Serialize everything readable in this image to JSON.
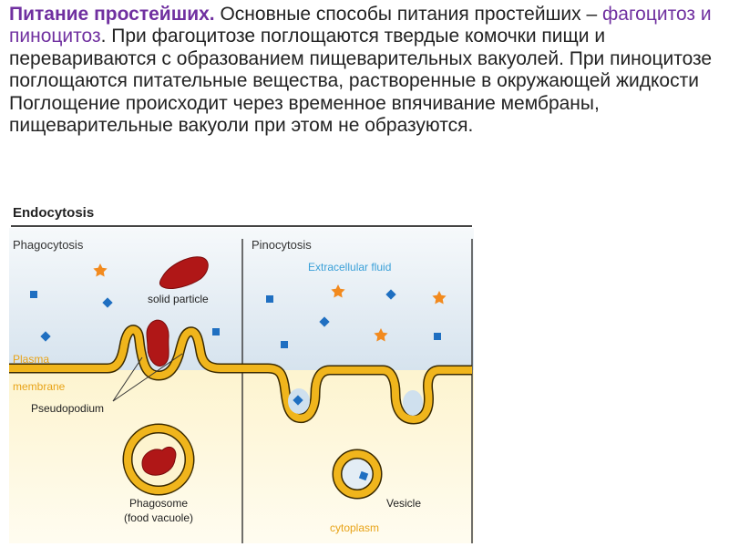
{
  "paragraph": {
    "lead": "Питание простейших.",
    "intro": " Основные способы питания простейших – ",
    "highlight": "фагоцитоз и пиноцитоз",
    "body": ". При фагоцитозе поглощаются твердые комочки пищи и перевариваются с образованием пищеварительных вакуолей. При пиноцитозе поглощаются питательные вещества, растворенные в окружающей жидкости Поглощение происходит через временное впячивание мембраны, пищеварительные вакуоли при этом не образуются."
  },
  "diagram": {
    "title": "Endocytosis",
    "left_panel_title": "Phagocytosis",
    "right_panel_title": "Pinocytosis",
    "extracellular_label": "Extracellular fluid",
    "solid_particle_label": "solid particle",
    "plasma_membrane_label_1": "Plasma",
    "plasma_membrane_label_2": "membrane",
    "pseudopodium_label": "Pseudopodium",
    "phagosome_label_1": "Phagosome",
    "phagosome_label_2": "(food vacuole)",
    "vesicle_label": "Vesicle",
    "cytoplasm_label": "cytoplasm"
  },
  "colors": {
    "purple_text": "#7030a0",
    "membrane": "#f0b51c",
    "membrane_outline": "#3a2a00",
    "particle": "#b01717",
    "extracellular_blue": "#dbe6ef",
    "cytoplasm_yellow": "#fdf6d8",
    "molecule_blue": "#1f6fc1",
    "star_orange": "#f28a1e",
    "label_orange": "#e8a317",
    "label_blue": "#3aa0d8"
  }
}
